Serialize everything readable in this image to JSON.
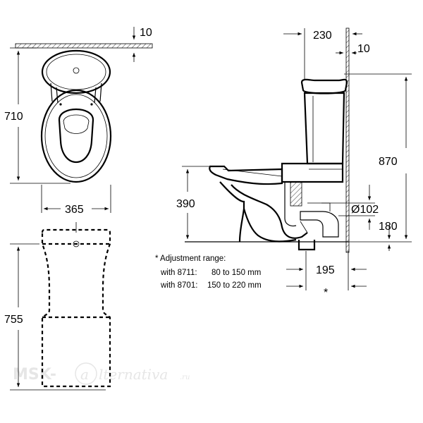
{
  "dimensions": {
    "top_wall_gap": "10",
    "top_length": "710",
    "top_width": "365",
    "front_height": "755",
    "side_cistern_depth": "230",
    "side_wall_gap": "10",
    "side_total_height": "870",
    "side_seat_height": "390",
    "side_outlet_diameter": "Ø102",
    "side_outlet_height": "180",
    "side_outlet_offset": "195",
    "side_outlet_offset_mark": "*"
  },
  "adjustment_note": {
    "heading": "* Adjustment range:",
    "line1_prefix": "with 8711:",
    "line1_value": "80 to 150 mm",
    "line2_prefix": "with 8701:",
    "line2_value": "150 to 220 mm"
  },
  "watermark": {
    "brand": "MSK-",
    "logo_letter": "a",
    "script": "lternativa",
    "suffix": ".ru"
  },
  "colors": {
    "line": "#000000",
    "watermark": "#e6e6e6"
  }
}
